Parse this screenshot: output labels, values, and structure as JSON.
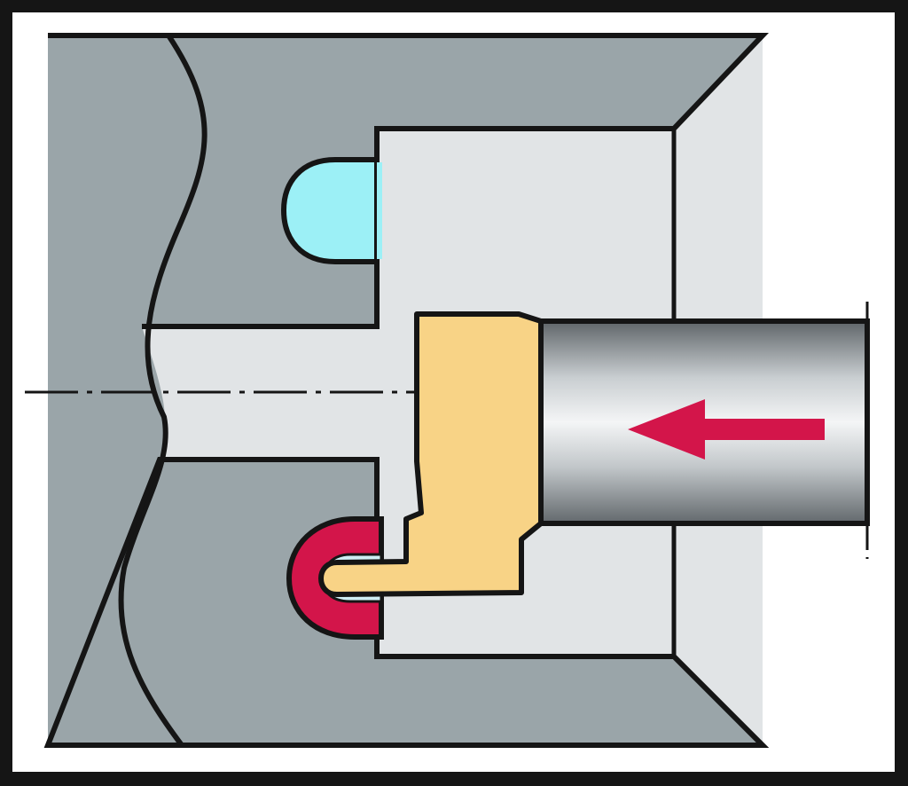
{
  "diagram": {
    "kind": "internal-grooving-operation",
    "parts": [
      {
        "name": "workpiece",
        "role": "Workpiece (cross-section)"
      },
      {
        "name": "bore",
        "role": "Bore"
      },
      {
        "name": "finished-groove",
        "role": "Existing groove"
      },
      {
        "name": "new-groove",
        "role": "Groove being cut"
      },
      {
        "name": "insert",
        "role": "Grooving insert"
      },
      {
        "name": "tool-shank",
        "role": "Boring bar shank"
      }
    ],
    "feed_direction": "left",
    "colors": {
      "frame": "#151515",
      "background": "#ffffff",
      "workpiece": "#9aa5a9",
      "bore": "#e1e4e6",
      "groove_done": "#9cf0f6",
      "groove_active": "#d3154a",
      "insert": "#f8d386",
      "shank_light": "#eef0f1",
      "shank_dark": "#6a6f72",
      "arrow": "#d3154a",
      "outline": "#151515"
    }
  }
}
